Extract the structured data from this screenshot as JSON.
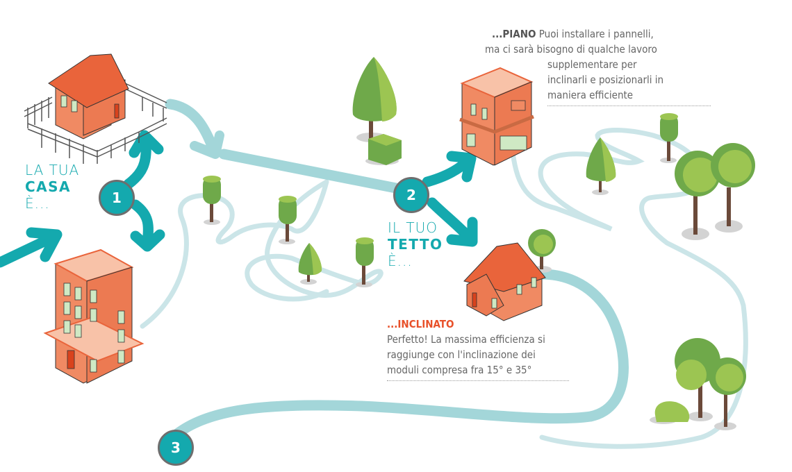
{
  "colors": {
    "teal": "#14a9ae",
    "teal_light": "#a3d6d9",
    "teal_pale": "#cbe5e8",
    "orange": "#e8512a",
    "house_body": "#f08a63",
    "house_roof": "#e9643b",
    "tree_dark": "#6fa94a",
    "tree_light": "#9cc552",
    "trunk": "#6b4a3a",
    "shadow": "#d3d3d3",
    "text_grey": "#666666"
  },
  "step1": {
    "number": "1",
    "label_line1": "LA TUA",
    "label_line2": "CASA",
    "label_line3": "È..."
  },
  "step2": {
    "number": "2",
    "label_line1": "IL TUO",
    "label_line2": "TETTO",
    "label_line3": "È..."
  },
  "step3": {
    "number": "3"
  },
  "notes": {
    "piano": {
      "heading": "...PIANO",
      "line1": " Puoi installare i pannelli,",
      "line2": "ma ci sarà bisogno di qualche lavoro",
      "line3": "supplementare per",
      "line4": "inclinarli e posizionarli in",
      "line5": "maniera efficiente"
    },
    "inclinato": {
      "heading": "...INCLINATO",
      "line1": "Perfetto! La massima efficienza si",
      "line2": "raggiunge con l'inclinazione dei",
      "line3": "moduli compresa fra 15° e 35°"
    }
  },
  "illustrations": {
    "house_detached": "detached-house-with-fence",
    "apartment": "apartment-building",
    "flat_roof_building": "flat-roof-building",
    "pitched_roof_house": "pitched-roof-house"
  }
}
